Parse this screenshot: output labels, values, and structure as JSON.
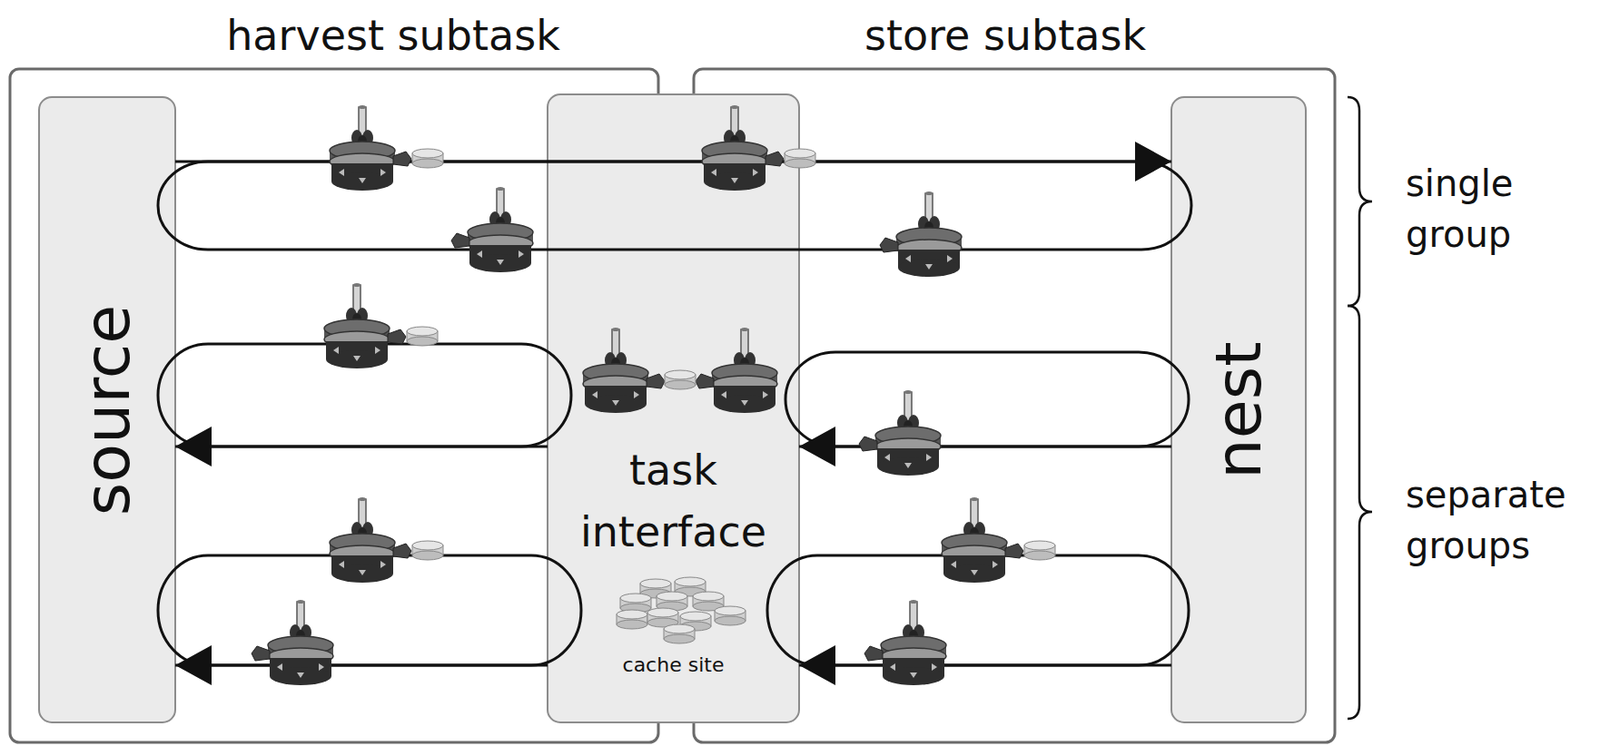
{
  "diagram": {
    "nodes": [
      {
        "text": [
          "harvest subtask"
        ]
      },
      {
        "text": [
          "source"
        ],
        "in": 0
      },
      {
        "text": [
          "task interface",
          "cache site"
        ]
      },
      {
        "text": [
          "store subtask"
        ]
      },
      {
        "text": [
          "nest"
        ],
        "in": 3
      }
    ],
    "edges": [
      {
        "from": 1,
        "to": 4,
        "arrow": "to"
      },
      {
        "from": 2,
        "to": 1,
        "arrow": "to"
      },
      {
        "from": 4,
        "to": 2,
        "arrow": "to"
      },
      {
        "from": 2,
        "to": 1,
        "arrow": "to"
      },
      {
        "from": 4,
        "to": 2,
        "arrow": "to"
      }
    ],
    "labels": [
      "single group",
      "separate groups"
    ]
  }
}
